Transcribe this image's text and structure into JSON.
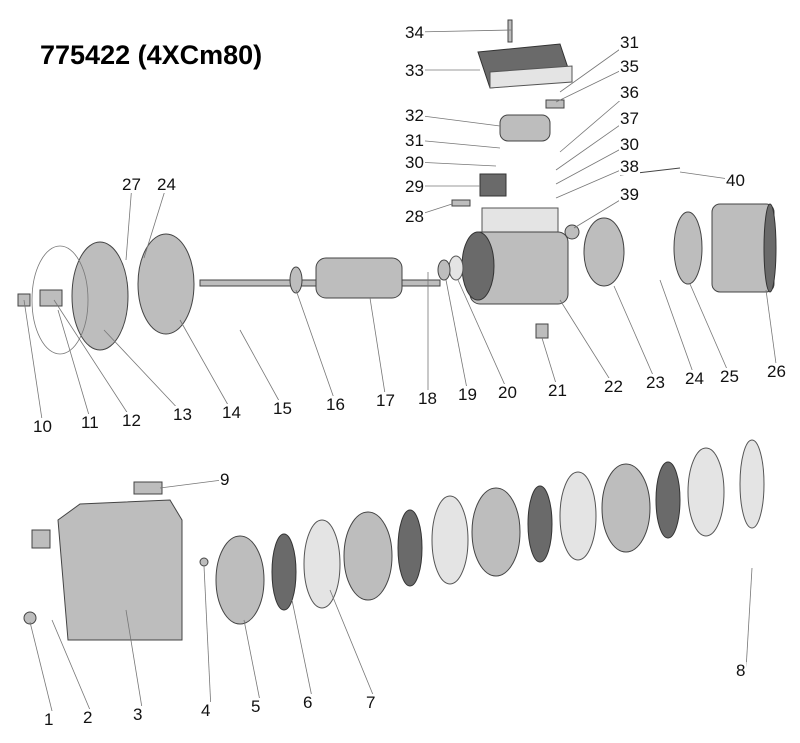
{
  "title": "775422 (4XCm80)",
  "part_labels": [
    "34",
    "33",
    "31",
    "35",
    "32",
    "31",
    "30",
    "29",
    "28",
    "36",
    "37",
    "30",
    "38",
    "39",
    "40",
    "27",
    "24",
    "10",
    "11",
    "12",
    "13",
    "14",
    "15",
    "16",
    "17",
    "18",
    "19",
    "20",
    "21",
    "22",
    "23",
    "24",
    "25",
    "26",
    "9",
    "1",
    "2",
    "3",
    "4",
    "5",
    "6",
    "7",
    "8"
  ]
}
